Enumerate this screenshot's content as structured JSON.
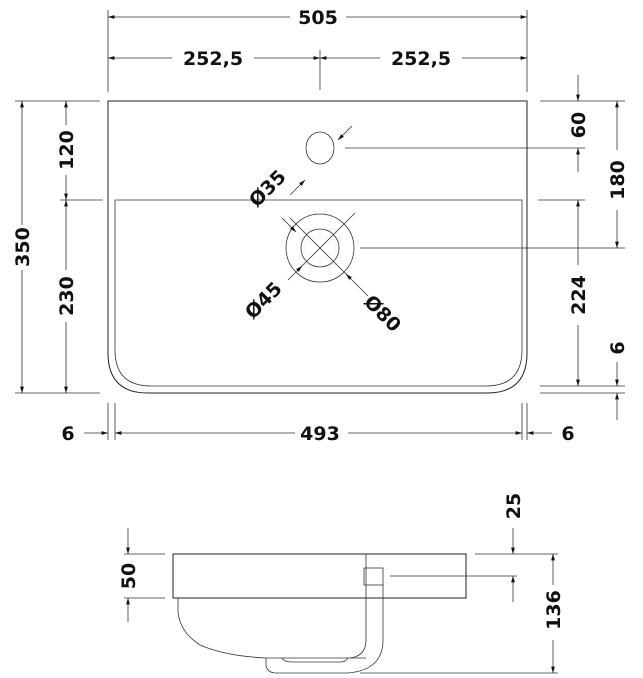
{
  "title": "Basin technical drawing",
  "top_view": {
    "overall_width": "505",
    "half_width_left": "252,5",
    "half_width_right": "252,5",
    "overall_depth": "350",
    "rear_section": "120",
    "front_section": "230",
    "tap_hole_from_back": "60",
    "waste_from_back": "180",
    "bowl_depth": "224",
    "front_rim": "6",
    "left_rim": "6",
    "bowl_width": "493",
    "right_rim": "6",
    "tap_hole_diameter": "Ø35",
    "waste_diameter": "Ø45",
    "waste_recess_diameter": "Ø80"
  },
  "side_view": {
    "rim_height": "50",
    "overflow_offset": "25",
    "total_height": "136"
  }
}
